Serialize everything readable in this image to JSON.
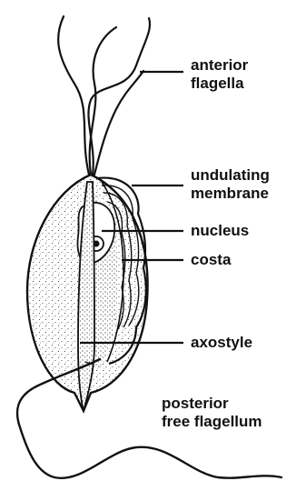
{
  "labels": {
    "anterior_flagella": [
      "anterior",
      "flagella"
    ],
    "undulating_membrane": [
      "undulating",
      "membrane"
    ],
    "nucleus": "nucleus",
    "costa": "costa",
    "axostyle": "axostyle",
    "posterior_free_flagellum": [
      "posterior",
      "free flagellum"
    ]
  },
  "colors": {
    "ink": "#111111",
    "background": "#ffffff"
  }
}
